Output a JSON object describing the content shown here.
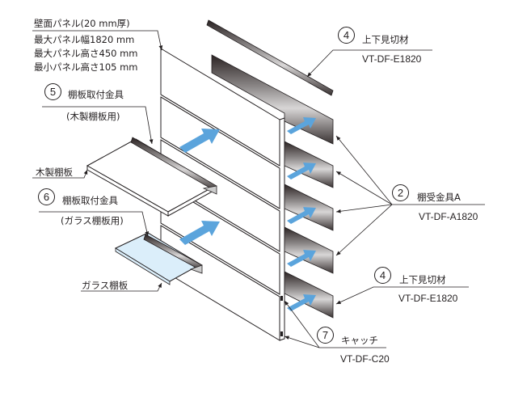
{
  "diagram": {
    "title": "Wall panel shelf system exploded view",
    "colors": {
      "line": "#231f20",
      "arrow": "#5ba4dc",
      "glass": "#dbeefa",
      "rail_dark": "#2b2323",
      "rail_mid": "#8a8686",
      "rail_light": "#d8d6d6",
      "panel": "#ffffff"
    },
    "labels": {
      "wall_panel": {
        "title": "壁面パネル(20 mm厚)",
        "lines": [
          "最大パネル幅1820 mm",
          "最大パネル高さ450 mm",
          "最小パネル高さ105 mm"
        ]
      },
      "bracket_wood": {
        "number": "5",
        "name": "棚板取付金具",
        "sub": "(木製棚板用)"
      },
      "wood_shelf": {
        "name": "木製棚板"
      },
      "bracket_glass": {
        "number": "6",
        "name": "棚板取付金具",
        "sub": "(ガラス棚板用)"
      },
      "glass_shelf": {
        "name": "ガラス棚板"
      },
      "edge_top": {
        "number": "4",
        "name": "上下見切材",
        "code": "VT-DF-E1820"
      },
      "rail": {
        "number": "2",
        "name": "棚受金具A",
        "code": "VT-DF-A1820"
      },
      "edge_bottom": {
        "number": "4",
        "name": "上下見切材",
        "code": "VT-DF-E1820"
      },
      "catch": {
        "number": "7",
        "name": "キャッチ",
        "code": "VT-DF-C20"
      }
    }
  }
}
